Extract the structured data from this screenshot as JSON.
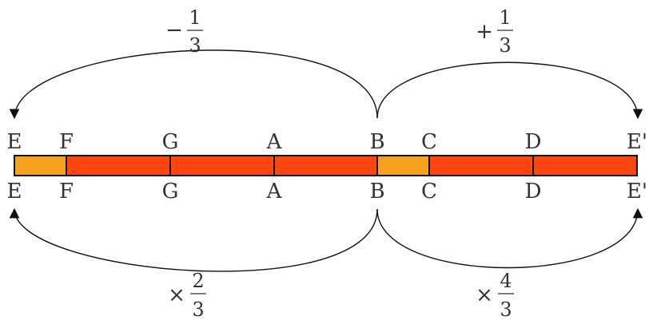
{
  "colors": {
    "segment_main": "#ff4510",
    "segment_light": "#f7a11f",
    "outline": "#111111",
    "text": "#333333"
  },
  "notes": {
    "top": [
      "E",
      "F",
      "G",
      "A",
      "B",
      "C",
      "D",
      "E'"
    ],
    "bottom": [
      "E",
      "F",
      "G",
      "A",
      "B",
      "C",
      "D",
      "E'"
    ]
  },
  "segments": [
    {
      "from": "E",
      "to": "F",
      "style": "light"
    },
    {
      "from": "F",
      "to": "G",
      "style": "main"
    },
    {
      "from": "G",
      "to": "A",
      "style": "main"
    },
    {
      "from": "A",
      "to": "B",
      "style": "main"
    },
    {
      "from": "B",
      "to": "C",
      "style": "light"
    },
    {
      "from": "C",
      "to": "D",
      "style": "main"
    },
    {
      "from": "D",
      "to": "E'",
      "style": "main"
    }
  ],
  "arcs": {
    "top_left": {
      "op": "−",
      "num": "1",
      "den": "3"
    },
    "top_right": {
      "op": "+",
      "num": "1",
      "den": "3"
    },
    "bottom_left": {
      "op": "×",
      "num": "2",
      "den": "3"
    },
    "bottom_right": {
      "op": "×",
      "num": "4",
      "den": "3"
    }
  }
}
